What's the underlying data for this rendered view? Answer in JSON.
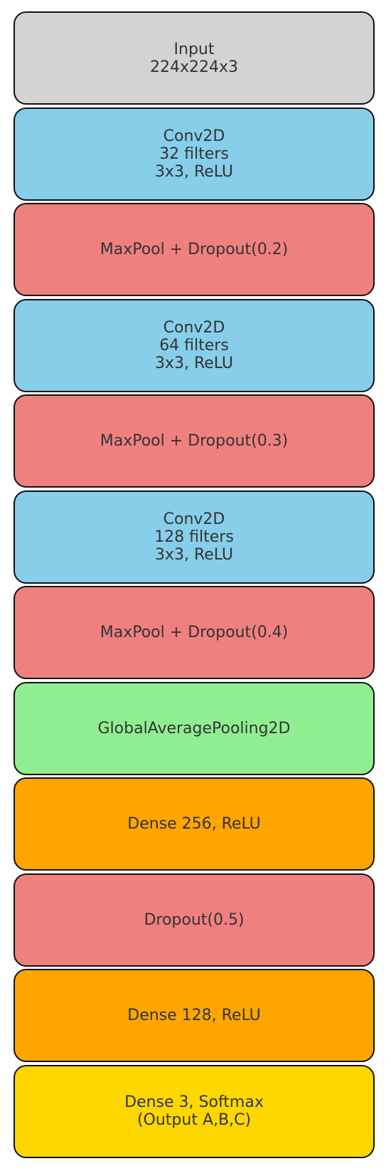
{
  "colors": {
    "input": "#d3d3d3",
    "conv": "#87ceeb",
    "pool_dropout": "#f08080",
    "global_pool": "#90ee90",
    "dense": "#ffa500",
    "output": "#ffd700",
    "border": "#111111",
    "text": "#333333"
  },
  "layers": [
    {
      "type": "input",
      "lines": [
        "Input",
        "224x224x3"
      ]
    },
    {
      "type": "conv",
      "lines": [
        "Conv2D",
        "32 filters",
        "3x3, ReLU"
      ]
    },
    {
      "type": "pool_dropout",
      "lines": [
        "MaxPool + Dropout(0.2)"
      ]
    },
    {
      "type": "conv",
      "lines": [
        "Conv2D",
        "64 filters",
        "3x3, ReLU"
      ]
    },
    {
      "type": "pool_dropout",
      "lines": [
        "MaxPool + Dropout(0.3)"
      ]
    },
    {
      "type": "conv",
      "lines": [
        "Conv2D",
        "128 filters",
        "3x3, ReLU"
      ]
    },
    {
      "type": "pool_dropout",
      "lines": [
        "MaxPool + Dropout(0.4)"
      ]
    },
    {
      "type": "global_pool",
      "lines": [
        "GlobalAveragePooling2D"
      ]
    },
    {
      "type": "dense",
      "lines": [
        "Dense 256, ReLU"
      ]
    },
    {
      "type": "pool_dropout",
      "lines": [
        "Dropout(0.5)"
      ]
    },
    {
      "type": "dense",
      "lines": [
        "Dense 128, ReLU"
      ]
    },
    {
      "type": "output",
      "lines": [
        "Dense 3, Softmax",
        "(Output A,B,C)"
      ]
    }
  ]
}
